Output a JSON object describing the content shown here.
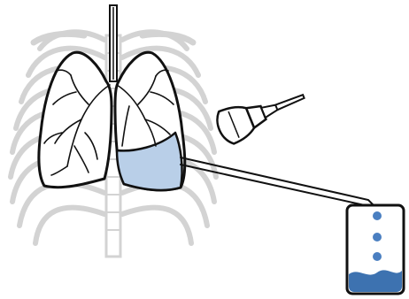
{
  "figure": {
    "subject": "pleural-effusion-drainage-illustration",
    "elements": [
      {
        "name": "ribcage",
        "icon": "ribcage-icon"
      },
      {
        "name": "trachea",
        "icon": "trachea-icon"
      },
      {
        "name": "lungs",
        "icon": "lungs-icon"
      },
      {
        "name": "pleural-fluid",
        "icon": "fluid-icon"
      },
      {
        "name": "ultrasound-probe",
        "icon": "ultrasound-probe-icon"
      },
      {
        "name": "drainage-tube",
        "icon": "tube-icon"
      },
      {
        "name": "drainage-container",
        "icon": "container-icon"
      }
    ],
    "colors": {
      "outline": "#111111",
      "ribs": "#d6d6d6",
      "fluid": "#b9cfe8",
      "drain_fluid": "#3d72b0",
      "drops": "#4a7fc1"
    }
  }
}
